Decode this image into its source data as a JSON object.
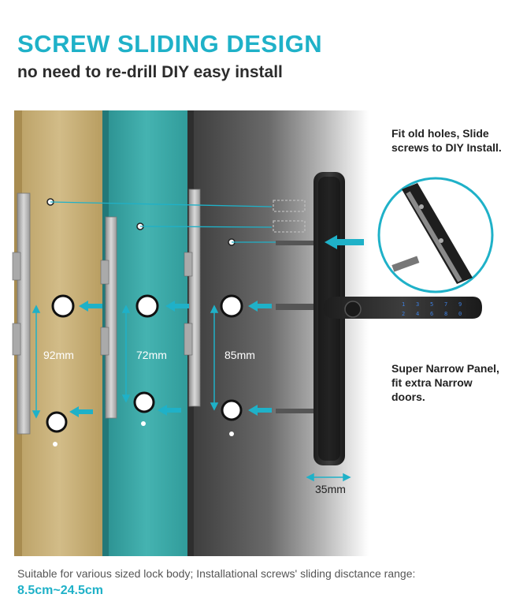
{
  "header": {
    "title": "SCREW SLIDING DESIGN",
    "subtitle": "no need to re-drill DIY easy install"
  },
  "callouts": {
    "fit_old_holes": "Fit old holes, Slide screws to DIY Install.",
    "narrow_panel": "Super Narrow Panel, fit extra Narrow doors."
  },
  "measurements": {
    "door1": "92mm",
    "door2": "72mm",
    "door3": "85mm",
    "panel_width": "35mm"
  },
  "footer": {
    "note": "Suitable for various sized lock body;  Installational screws' sliding disctance range:",
    "range": "8.5cm~24.5cm"
  },
  "colors": {
    "accent": "#1fb1c8",
    "wood_light": "#c9b27a",
    "wood_teal": "#3aa6a5",
    "wood_dark": "#4a4a4a"
  }
}
